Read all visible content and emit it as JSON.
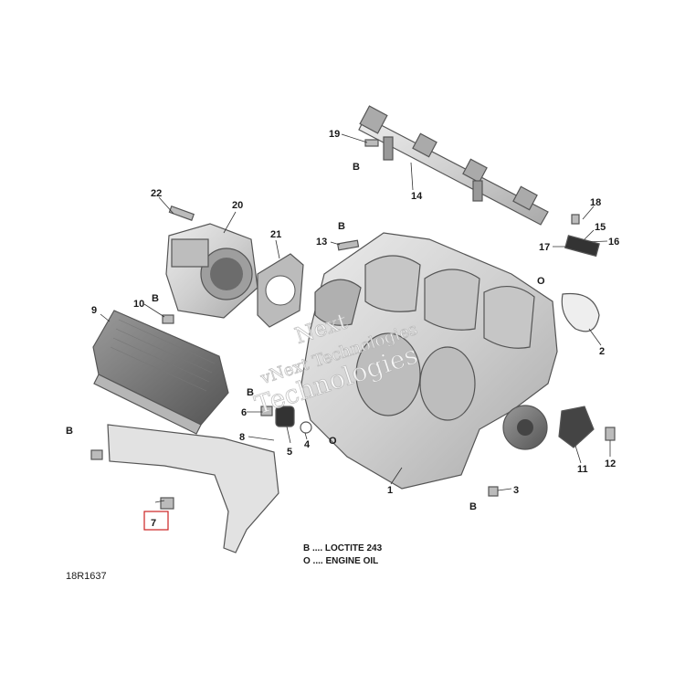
{
  "diagram": {
    "reference_code": "18R1637",
    "legend": [
      {
        "key": "B",
        "text": "B .... LOCTITE 243"
      },
      {
        "key": "O",
        "text": "O .... ENGINE OIL"
      }
    ],
    "watermark": {
      "line1": "Next",
      "line2": "vNext Technologies",
      "line3": "Technologies"
    },
    "callouts": {
      "c1": "1",
      "c2": "2",
      "c3": "3",
      "c4": "4",
      "c5": "5",
      "c6": "6",
      "c7": "7",
      "c8": "8",
      "c9": "9",
      "c10": "10",
      "c11": "11",
      "c12": "12",
      "c13": "13",
      "c14": "14",
      "c15": "15",
      "c16": "16",
      "c17": "17",
      "c18": "18",
      "c19": "19",
      "c20": "20",
      "c21": "21",
      "c22": "22"
    },
    "symbols": {
      "loctite": "B",
      "oil": "O"
    }
  },
  "colors": {
    "part_fill": "#d9d9d9",
    "part_dark": "#8a8a8a",
    "highlight_box": "#cc2222"
  }
}
